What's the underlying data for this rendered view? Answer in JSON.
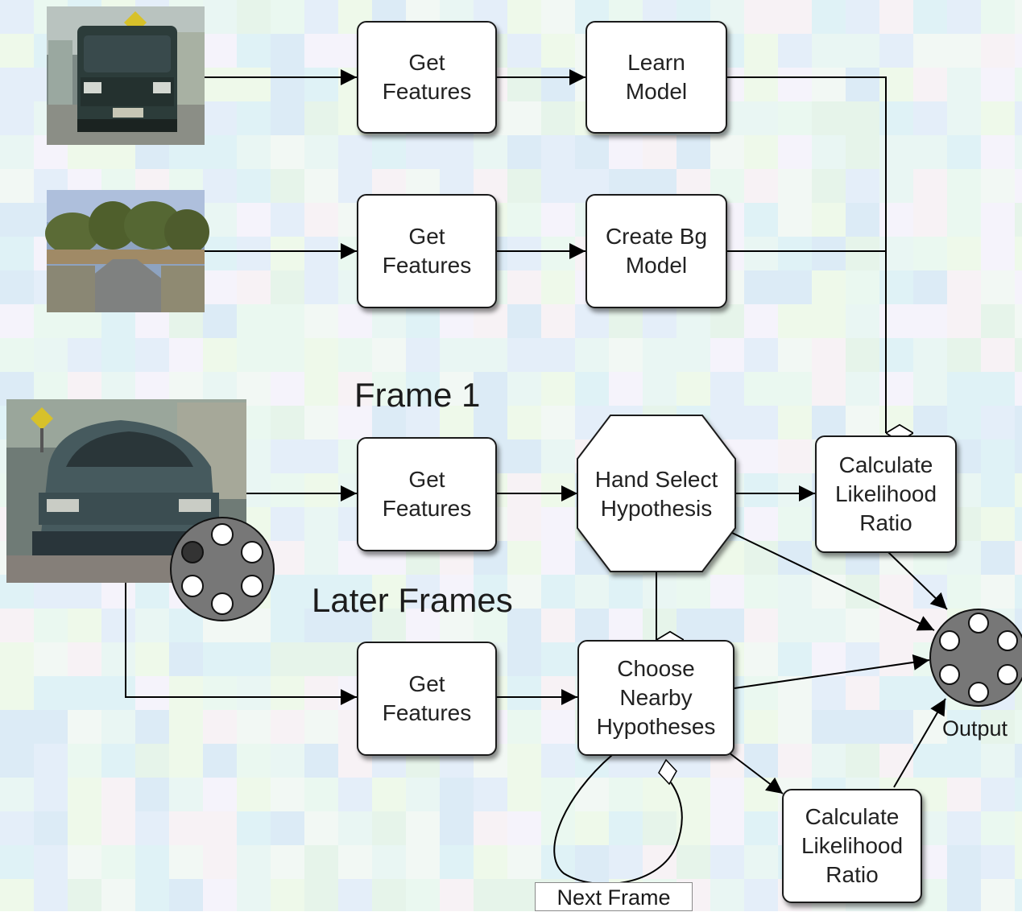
{
  "headings": {
    "frame_1": "Frame 1",
    "later_frames": "Later Frames"
  },
  "nodes": {
    "get_features_training": "Get\nFeatures",
    "learn_model": "Learn\nModel",
    "get_features_background": "Get\nFeatures",
    "create_bg_model": "Create Bg\nModel",
    "get_features_frame1": "Get\nFeatures",
    "hand_select_hypothesis": "Hand Select\nHypothesis",
    "calculate_likelihood_ratio_frame1": "Calculate\nLikelihood\nRatio",
    "get_features_later": "Get\nFeatures",
    "choose_nearby_hypotheses": "Choose\nNearby\nHypotheses",
    "calculate_likelihood_ratio_later": "Calculate\nLikelihood\nRatio"
  },
  "labels": {
    "output": "Output",
    "next_frame": "Next Frame"
  },
  "icons": {
    "input_video": "film-reel-icon",
    "output": "film-reel-icon"
  },
  "colors": {
    "node_fill": "#ffffff",
    "node_border": "#1a1a1a",
    "arrow": "#000000",
    "reel_fill": "#777777"
  }
}
